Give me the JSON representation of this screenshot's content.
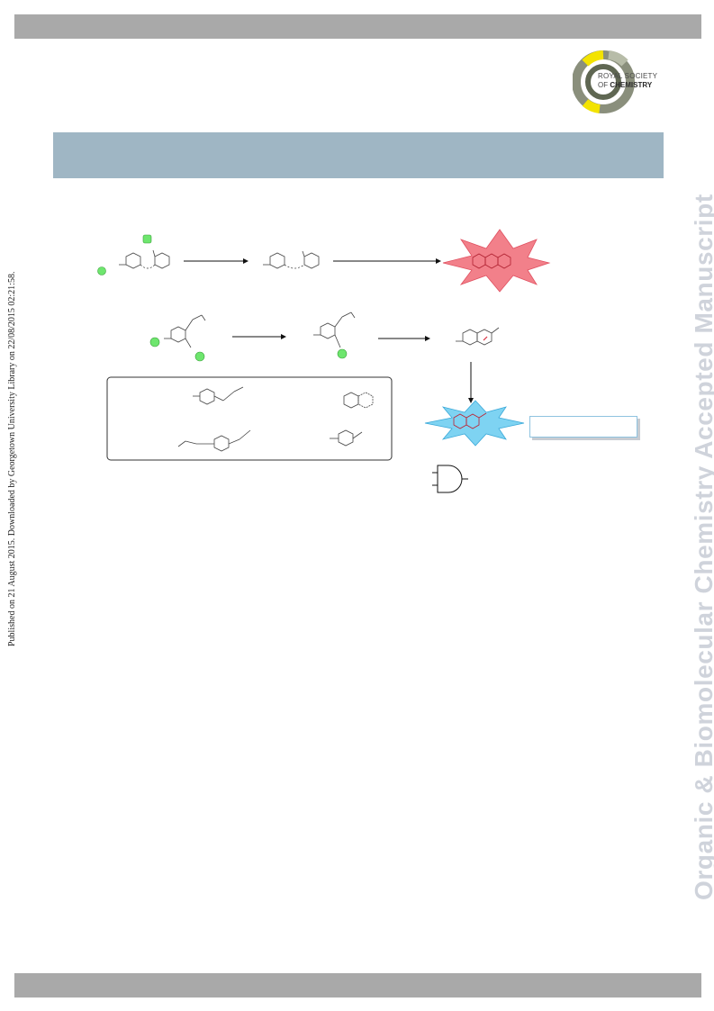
{
  "publisher": {
    "logo_line1": "ROYAL SOCIETY",
    "logo_line2_prefix": "OF",
    "logo_line2_bold": "CHEMISTRY"
  },
  "journal_watermark": "Organic & Biomolecular Chemistry Accepted Manuscript",
  "publication_note": "Published on 21 August 2015. Downloaded by Georgetown University Library on 22/08/2015 02:21:58.",
  "colors": {
    "header_bar": "#a9a9a9",
    "title_band": "#9fb6c4",
    "red_burst": "#f2808a",
    "blue_burst": "#7ed3f2",
    "green_marker": "#6ee66e"
  }
}
